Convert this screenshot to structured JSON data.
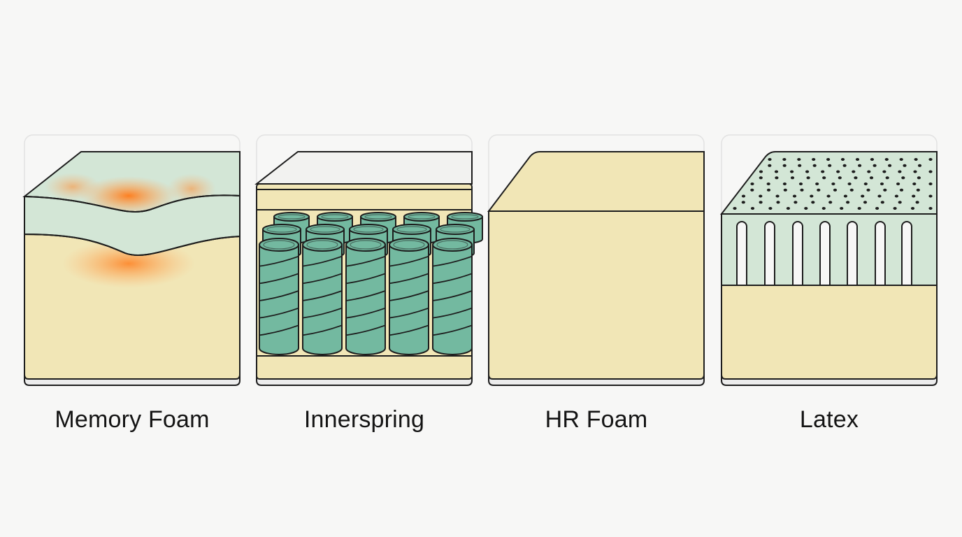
{
  "colors": {
    "background": "#f7f7f6",
    "foam_yellow": "#f1e6b6",
    "top_green": "#d3e6d6",
    "spring_teal": "#73b9a0",
    "heat_orange": "#ff7f1e",
    "outline": "#1d1d1d",
    "panel_frame": "#e2e2e2"
  },
  "panels": [
    {
      "title": "Memory Foam",
      "icon": "memory-foam-cross-section"
    },
    {
      "title": "Innerspring",
      "icon": "innerspring-cross-section"
    },
    {
      "title": "HR Foam",
      "icon": "hr-foam-block"
    },
    {
      "title": "Latex",
      "icon": "latex-perforated-block"
    }
  ]
}
